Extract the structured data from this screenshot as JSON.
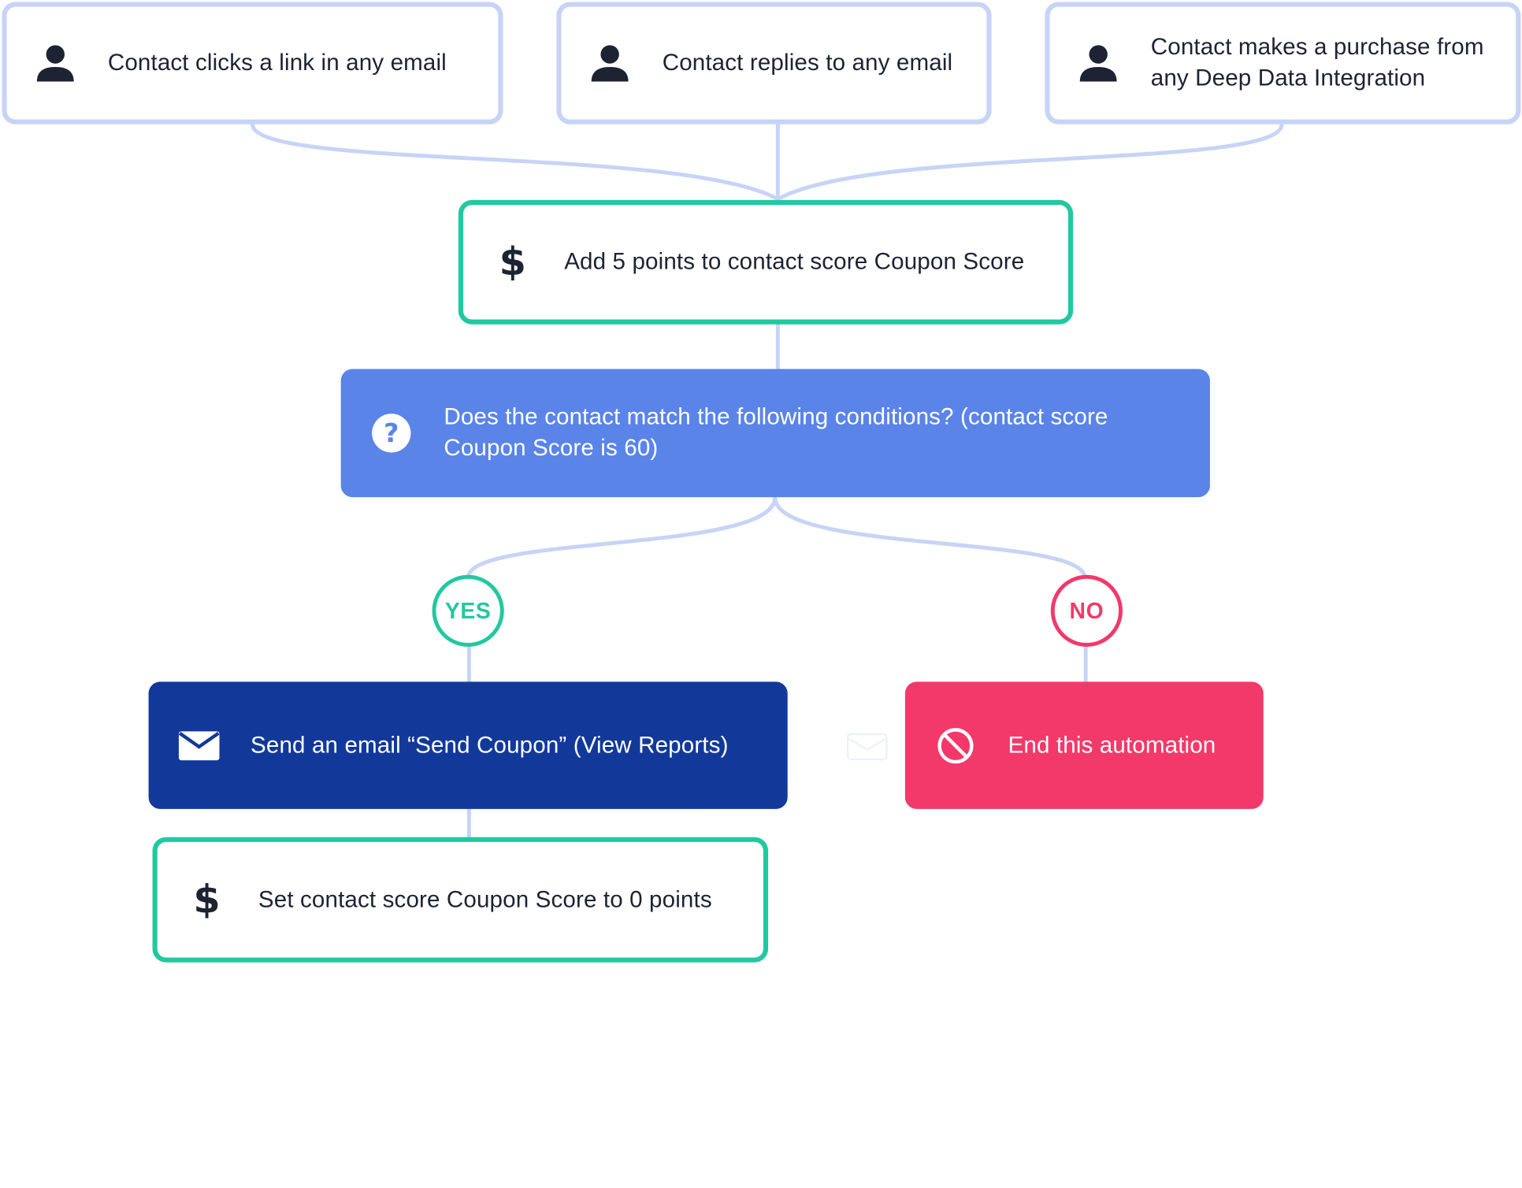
{
  "triggers": [
    {
      "icon": "person-icon",
      "label": "Contact clicks a link in any email"
    },
    {
      "icon": "person-icon",
      "label": "Contact replies to any email"
    },
    {
      "icon": "person-icon",
      "label": "Contact makes a purchase from any Deep Data Integration"
    }
  ],
  "add_points": {
    "icon": "dollar-icon",
    "symbol": "$",
    "label": "Add 5 points to contact score Coupon Score"
  },
  "condition": {
    "icon": "question-icon",
    "label": "Does the contact match the following conditions? (contact score Coupon Score is 60)"
  },
  "branches": {
    "yes": "YES",
    "no": "NO"
  },
  "send_email": {
    "icon": "envelope-icon",
    "label": "Send an email “Send Coupon” (View Reports)"
  },
  "end": {
    "icon": "prohibited-icon",
    "label": "End this automation"
  },
  "reset_score": {
    "icon": "dollar-icon",
    "symbol": "$",
    "label": "Set contact score Coupon Score to 0 points"
  },
  "colors": {
    "trigger_border": "#c7d3f7",
    "action_border": "#22c8a0",
    "condition_bg": "#5a84e8",
    "email_bg": "#12399a",
    "end_bg": "#f2396a",
    "connector": "#c7d3f7",
    "yes": "#22c8a0",
    "no": "#f2396a"
  }
}
